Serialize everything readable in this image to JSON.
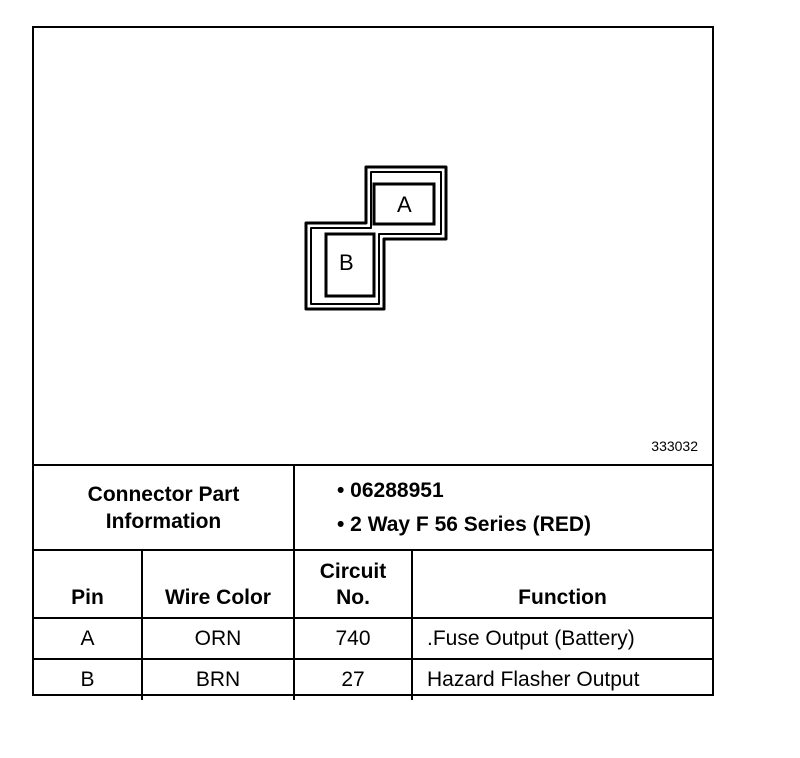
{
  "diagram": {
    "pin_a": "A",
    "pin_b": "B",
    "figure_id": "333032"
  },
  "connector_info": {
    "label_line1": "Connector Part",
    "label_line2": "Information",
    "values": [
      "• 06288951",
      "• 2 Way F 56 Series (RED)"
    ]
  },
  "table": {
    "headers": {
      "pin": "Pin",
      "wire_color": "Wire Color",
      "circuit_line1": "Circuit",
      "circuit_line2": "No.",
      "function": "Function"
    },
    "rows": [
      {
        "pin": "A",
        "wire_color": "ORN",
        "circuit": "740",
        "function": ".Fuse Output (Battery)"
      },
      {
        "pin": "B",
        "wire_color": "BRN",
        "circuit": "27",
        "function": "Hazard Flasher Output"
      }
    ]
  }
}
